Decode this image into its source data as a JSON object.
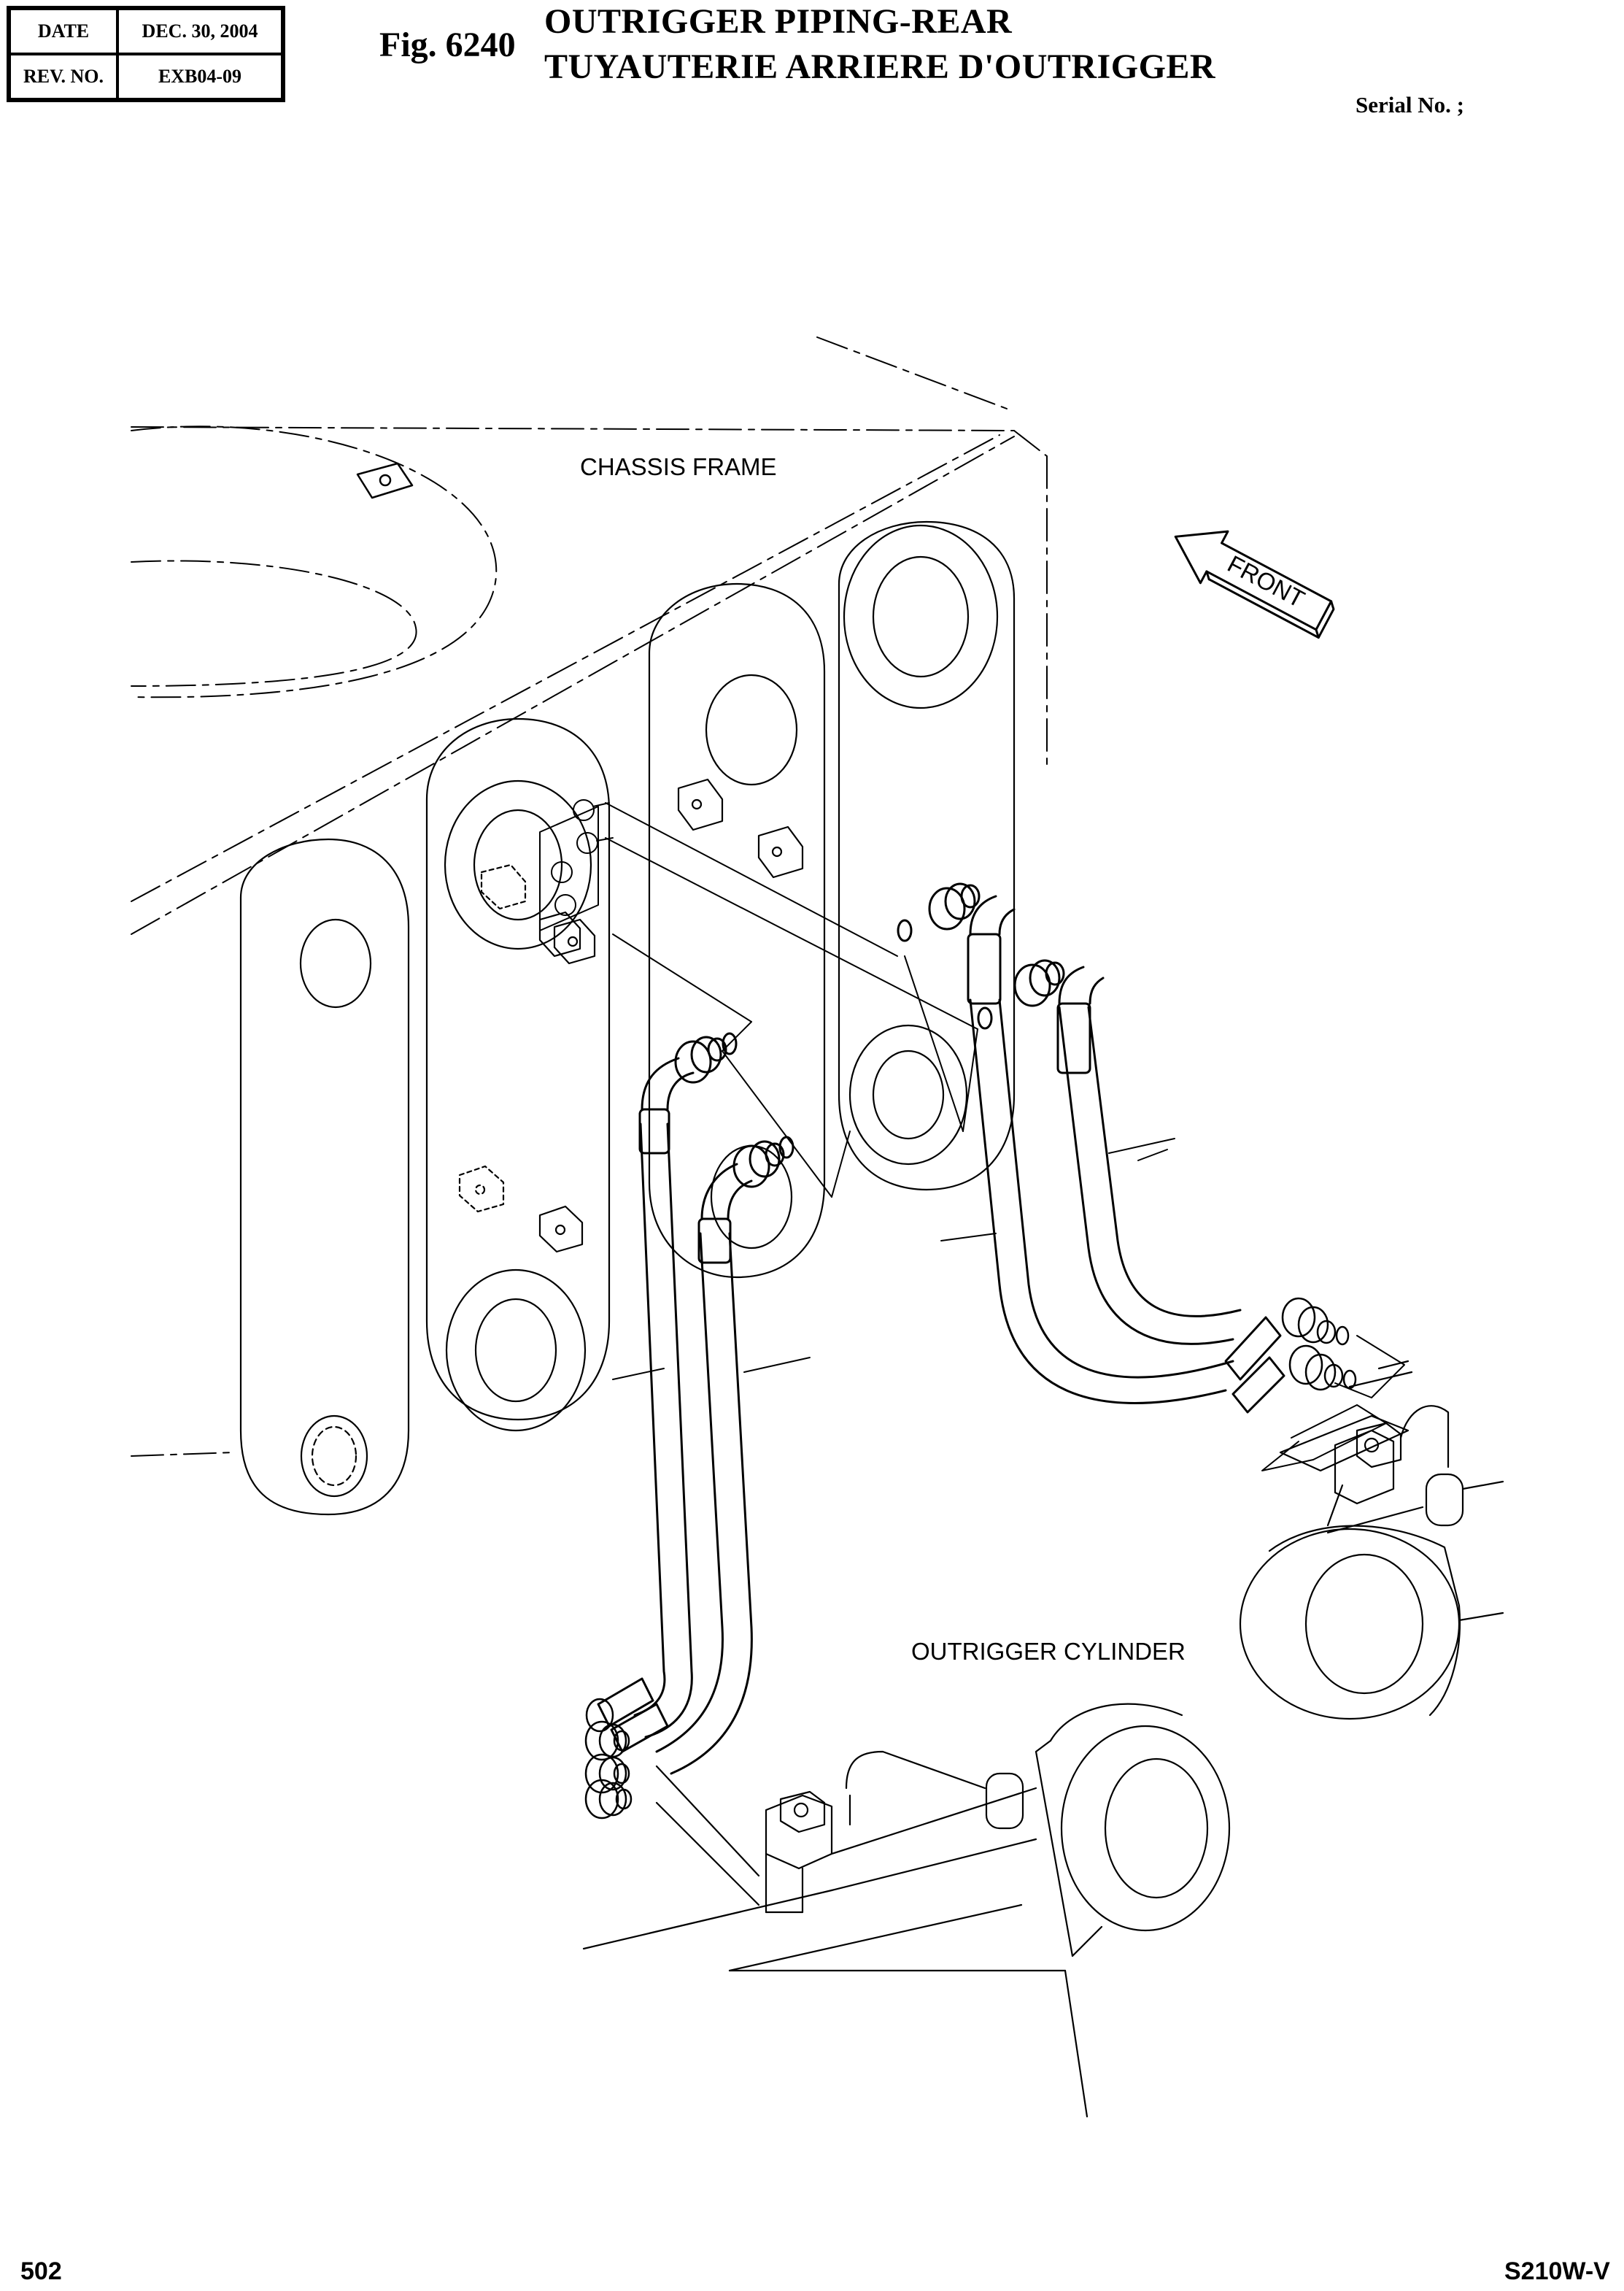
{
  "revision_table": {
    "date_label": "DATE",
    "date_value": "DEC. 30, 2004",
    "rev_label": "REV. NO.",
    "rev_value": "EXB04-09"
  },
  "figure": {
    "number": "Fig. 6240",
    "title_en": "OUTRIGGER PIPING-REAR",
    "title_fr": "TUYAUTERIE ARRIERE D'OUTRIGGER",
    "serial": "Serial No. ;"
  },
  "labels": {
    "chassis_frame": "CHASSIS FRAME",
    "front": "FRONT",
    "outrigger_cylinder": "OUTRIGGER CYLINDER"
  },
  "footer": {
    "page_number": "502",
    "model": "S210W-V"
  }
}
